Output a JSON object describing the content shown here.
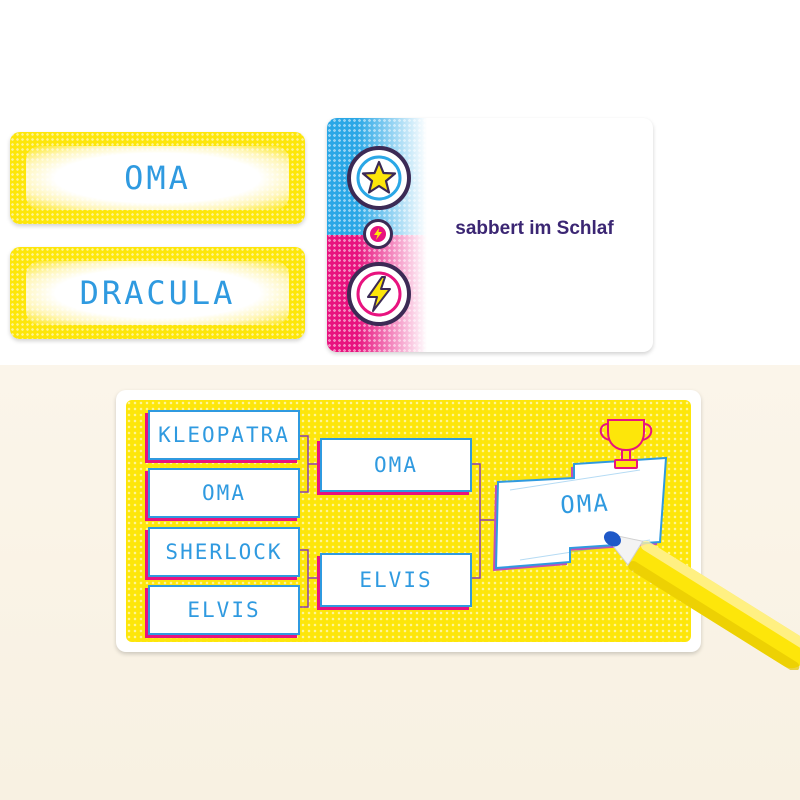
{
  "name_cards": [
    {
      "label": "OMA"
    },
    {
      "label": "DRACULA"
    }
  ],
  "trait_card": {
    "text": "sabbert im Schlaf",
    "icons": [
      "star-icon",
      "lightning-icon",
      "lightning-badge-icon"
    ],
    "colors": {
      "top": "#2aa7e6",
      "bottom": "#e8137f",
      "text": "#3b2673"
    }
  },
  "bracket": {
    "round1": [
      "KLEOPATRA",
      "OMA",
      "SHERLOCK",
      "ELVIS"
    ],
    "round2": [
      "OMA",
      "ELVIS"
    ],
    "winner": "OMA",
    "icons": [
      "trophy-icon",
      "marker-pen-icon"
    ]
  },
  "colors": {
    "yellow": "#fde60a",
    "ink": "#2f9ae0",
    "pink": "#e8137f"
  }
}
